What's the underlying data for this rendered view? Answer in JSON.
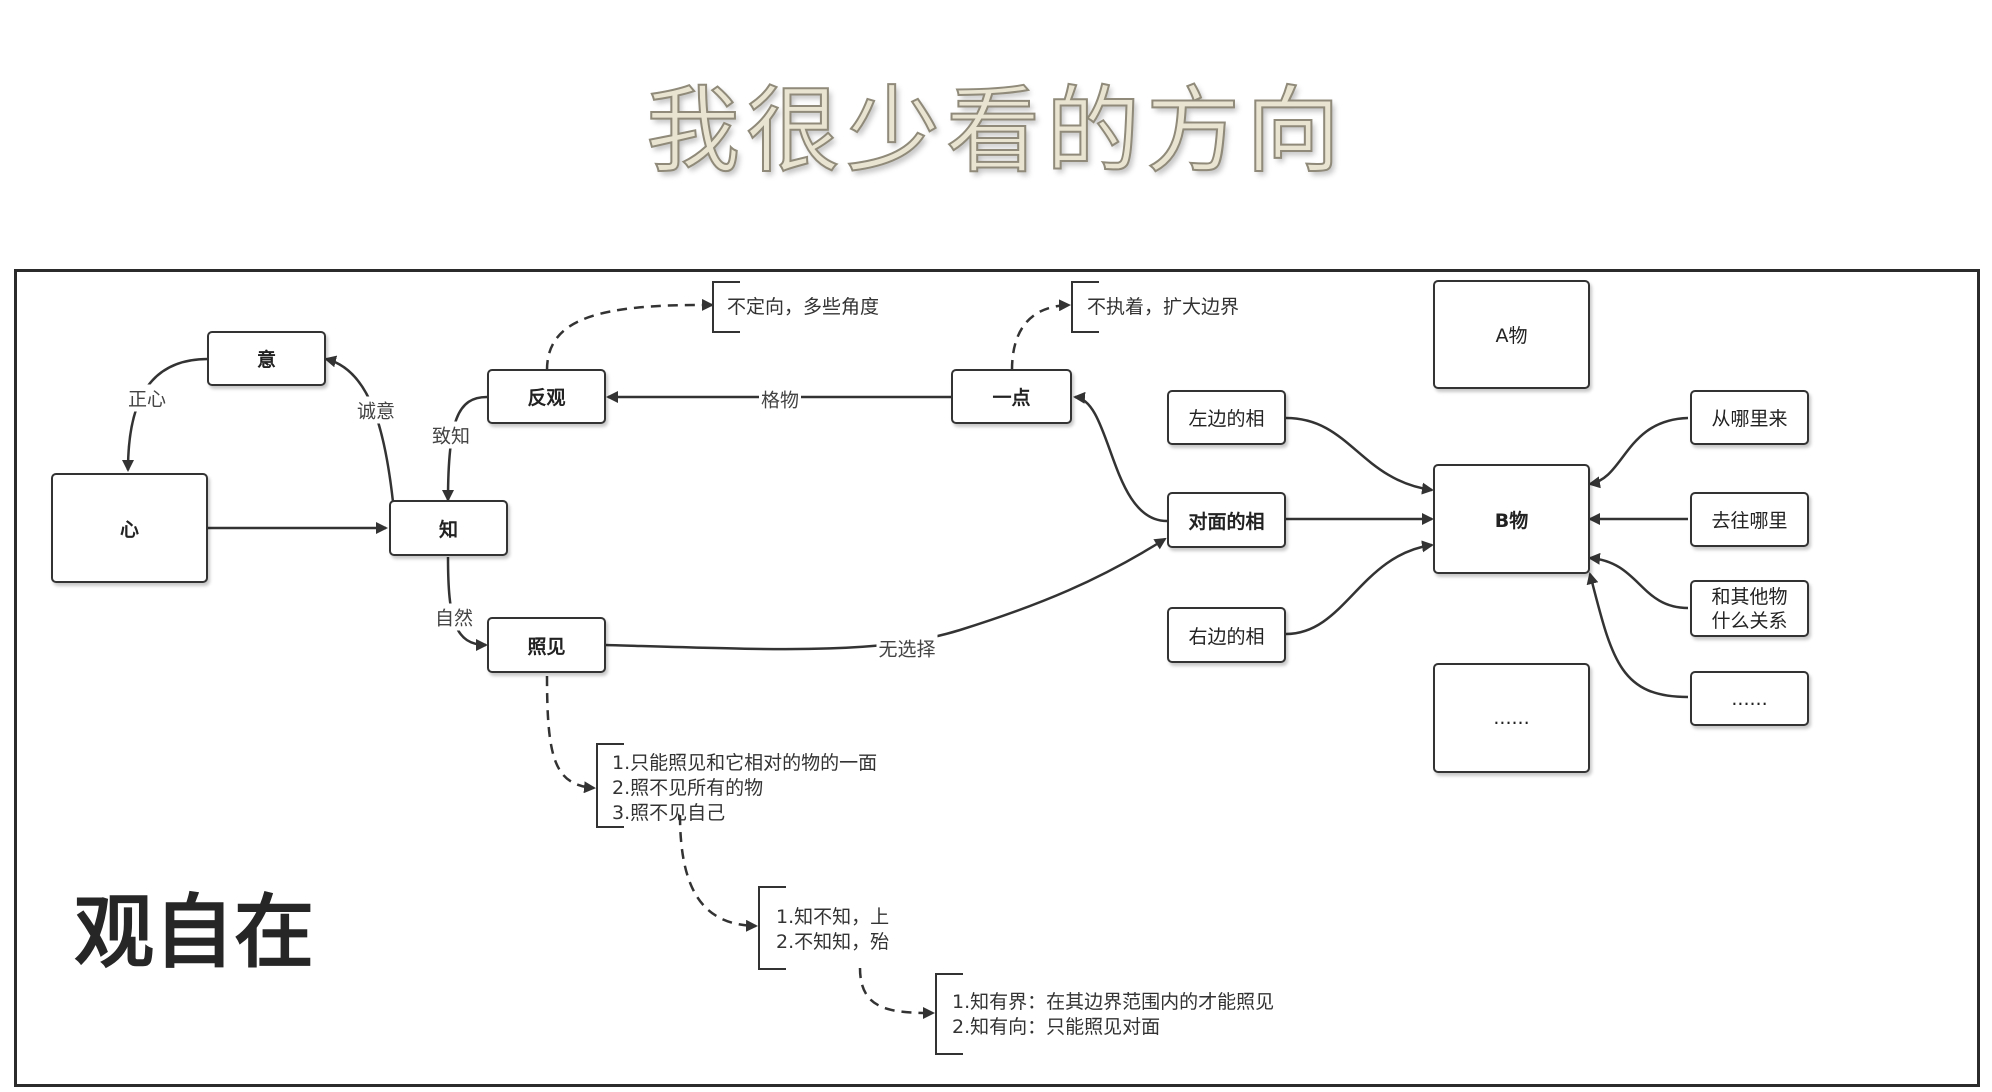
{
  "title": "我很少看的方向",
  "corner_label": "观自在",
  "nodes": {
    "xin": "心",
    "yi": "意",
    "zhi": "知",
    "fanguan": "反观",
    "zhaojian": "照见",
    "yidian": "一点",
    "duimian": "对面的相",
    "zuobian": "左边的相",
    "youbian": "右边的相",
    "awu": "A物",
    "bwu": "B物",
    "dots_box": "......",
    "congnali": "从哪里来",
    "quwang": "去往哪里",
    "heqita_1": "和其他物",
    "heqita_2": "什么关系",
    "dots_small": "......"
  },
  "edge_labels": {
    "zhengxin": "正心",
    "chengyi": "诚意",
    "zhizhi": "致知",
    "ziran": "自然",
    "gewu": "格物",
    "wuxuanze": "无选择"
  },
  "notes": {
    "budingxiang": "不定向，多些角度",
    "buzhizhuo": "不执着，扩大边界",
    "zhaojian_notes": [
      "1.只能照见和它相对的物的一面",
      "2.照不见所有的物",
      "3.照不见自己"
    ],
    "zhibuzhi_notes": [
      "1.知不知，上",
      "2.不知知，殆"
    ],
    "zhiyoujie_notes": [
      "1.知有界：在其边界范围内的才能照见",
      "2.知有向：只能照见对面"
    ]
  }
}
